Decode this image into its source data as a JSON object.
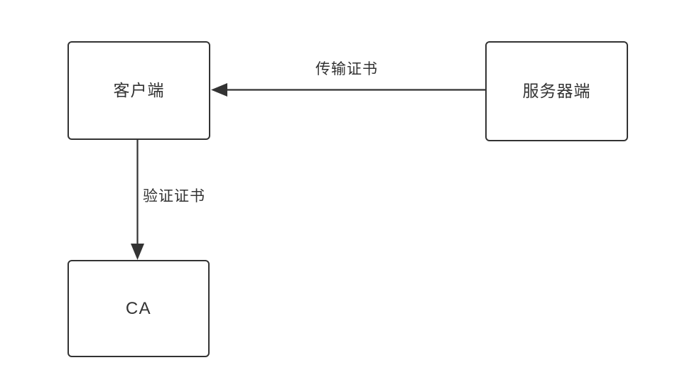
{
  "diagram": {
    "title": "certificate-exchange-flow",
    "background_color": "#ffffff",
    "stroke_color": "#333333",
    "text_color": "#333333",
    "nodes": [
      {
        "id": "client",
        "label": "客户端",
        "shape": "rounded-rectangle"
      },
      {
        "id": "server",
        "label": "服务器端",
        "shape": "rounded-rectangle"
      },
      {
        "id": "ca",
        "label": "CA",
        "shape": "rounded-rectangle"
      }
    ],
    "edges": [
      {
        "id": "transmit",
        "label": "传输证书",
        "from": "server",
        "to": "client",
        "direction": "right-to-left",
        "arrowhead": "filled-triangle"
      },
      {
        "id": "verify",
        "label": "验证证书",
        "from": "client",
        "to": "ca",
        "direction": "top-to-bottom",
        "arrowhead": "filled-triangle"
      }
    ]
  }
}
